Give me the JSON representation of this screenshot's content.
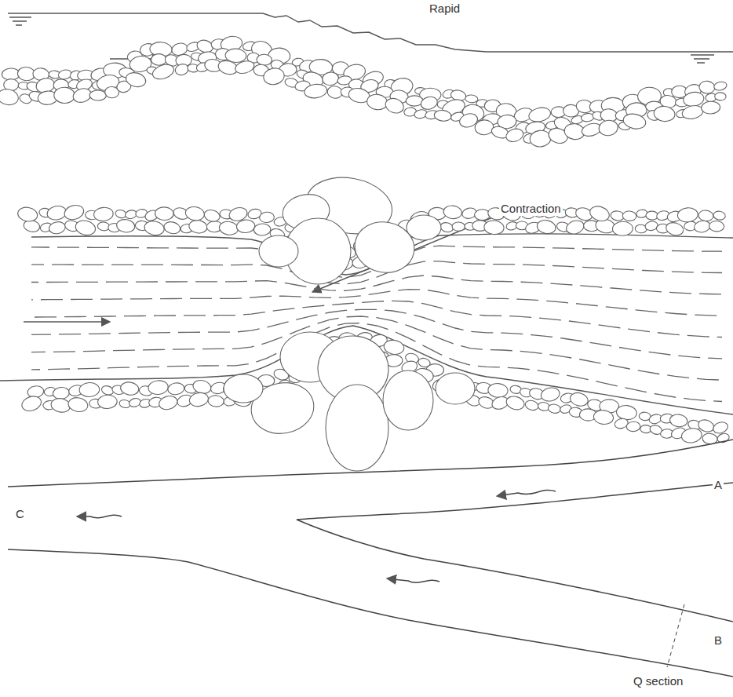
{
  "diagram": {
    "labels": [
      "Rapid",
      "Contraction",
      "A",
      "B",
      "C",
      "Q section"
    ]
  }
}
